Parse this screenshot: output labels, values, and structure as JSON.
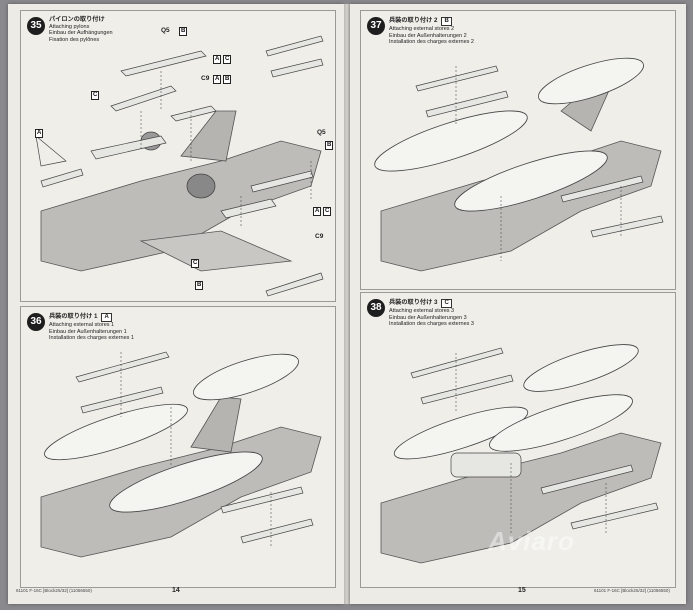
{
  "pages": {
    "left": {
      "number": "14",
      "footer": "61101  F-16C [Block25/32] (11056550)"
    },
    "right": {
      "number": "15",
      "footer": "61101  F-16C [Block25/32] (11056550)"
    }
  },
  "steps": [
    {
      "number": "35",
      "jp": "パイロンの取り付け",
      "en": "Attaching pylons",
      "de": "Einbau der Aufhängungen",
      "fr": "Fixation des pylônes",
      "tag": "",
      "labels": [
        "Q5",
        "B",
        "A",
        "C",
        "C9",
        "A",
        "B",
        "C",
        "Q5",
        "B",
        "A",
        "C",
        "C9",
        "A",
        "B",
        "C"
      ]
    },
    {
      "number": "36",
      "jp": "兵装の取り付け 1",
      "en": "Attaching external stores 1",
      "de": "Einbau der Außenhalterungen 1",
      "fr": "Installation des charges externes 1",
      "tag": "A"
    },
    {
      "number": "37",
      "jp": "兵装の取り付け 2",
      "en": "Attaching external stores 2",
      "de": "Einbau der Außenhalterungen 2",
      "fr": "Installation des charges externes 2",
      "tag": "B"
    },
    {
      "number": "38",
      "jp": "兵装の取り付け 3",
      "en": "Attaching external stores 3",
      "de": "Einbau der Außenhalterungen 3",
      "fr": "Installation des charges externes 3",
      "tag": "C"
    }
  ],
  "watermark": "Aviaro"
}
